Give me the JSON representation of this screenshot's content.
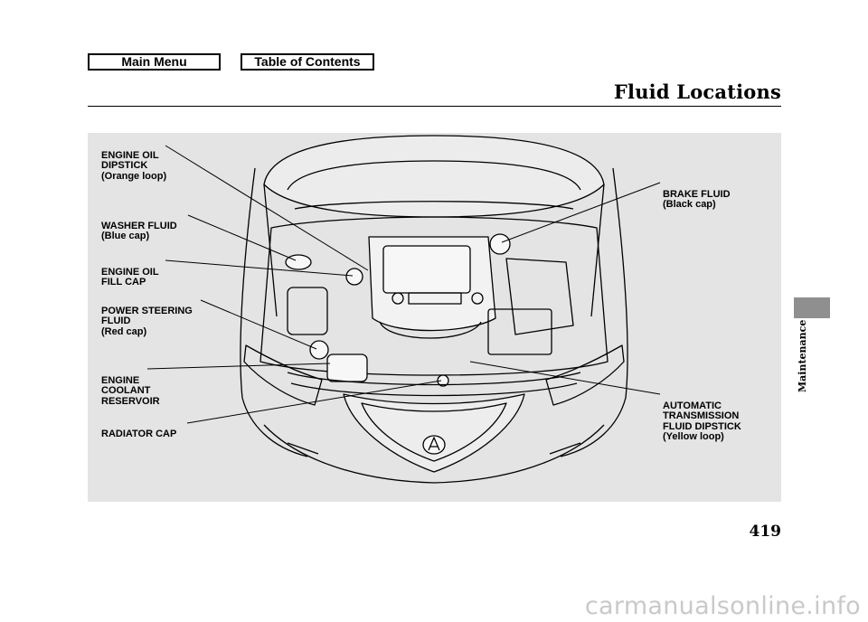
{
  "nav": {
    "main_menu": "Main Menu",
    "table_of_contents": "Table of Contents"
  },
  "page": {
    "title": "Fluid Locations",
    "section": "Maintenance",
    "number": "419"
  },
  "callouts": {
    "engine_oil_dipstick": {
      "label": "ENGINE OIL\nDIPSTICK",
      "note": "(Orange loop)"
    },
    "washer_fluid": {
      "label": "WASHER FLUID",
      "note": "(Blue cap)"
    },
    "engine_oil_fill_cap": {
      "label": "ENGINE OIL\nFILL CAP",
      "note": ""
    },
    "power_steering_fluid": {
      "label": "POWER STEERING\nFLUID",
      "note": "(Red cap)"
    },
    "engine_coolant_reservoir": {
      "label": "ENGINE\nCOOLANT\nRESERVOIR",
      "note": ""
    },
    "radiator_cap": {
      "label": "RADIATOR CAP",
      "note": ""
    },
    "brake_fluid": {
      "label": "BRAKE FLUID",
      "note": "(Black cap)"
    },
    "automatic_transmission_fluid_dipstick": {
      "label": "AUTOMATIC\nTRANSMISSION\nFLUID DIPSTICK",
      "note": "(Yellow loop)"
    }
  },
  "watermark": "carmanualsonline.info",
  "colors": {
    "panel": "#e4e4e4",
    "side_tab": "#8f8f8f",
    "watermark": "#c9c9c9"
  }
}
